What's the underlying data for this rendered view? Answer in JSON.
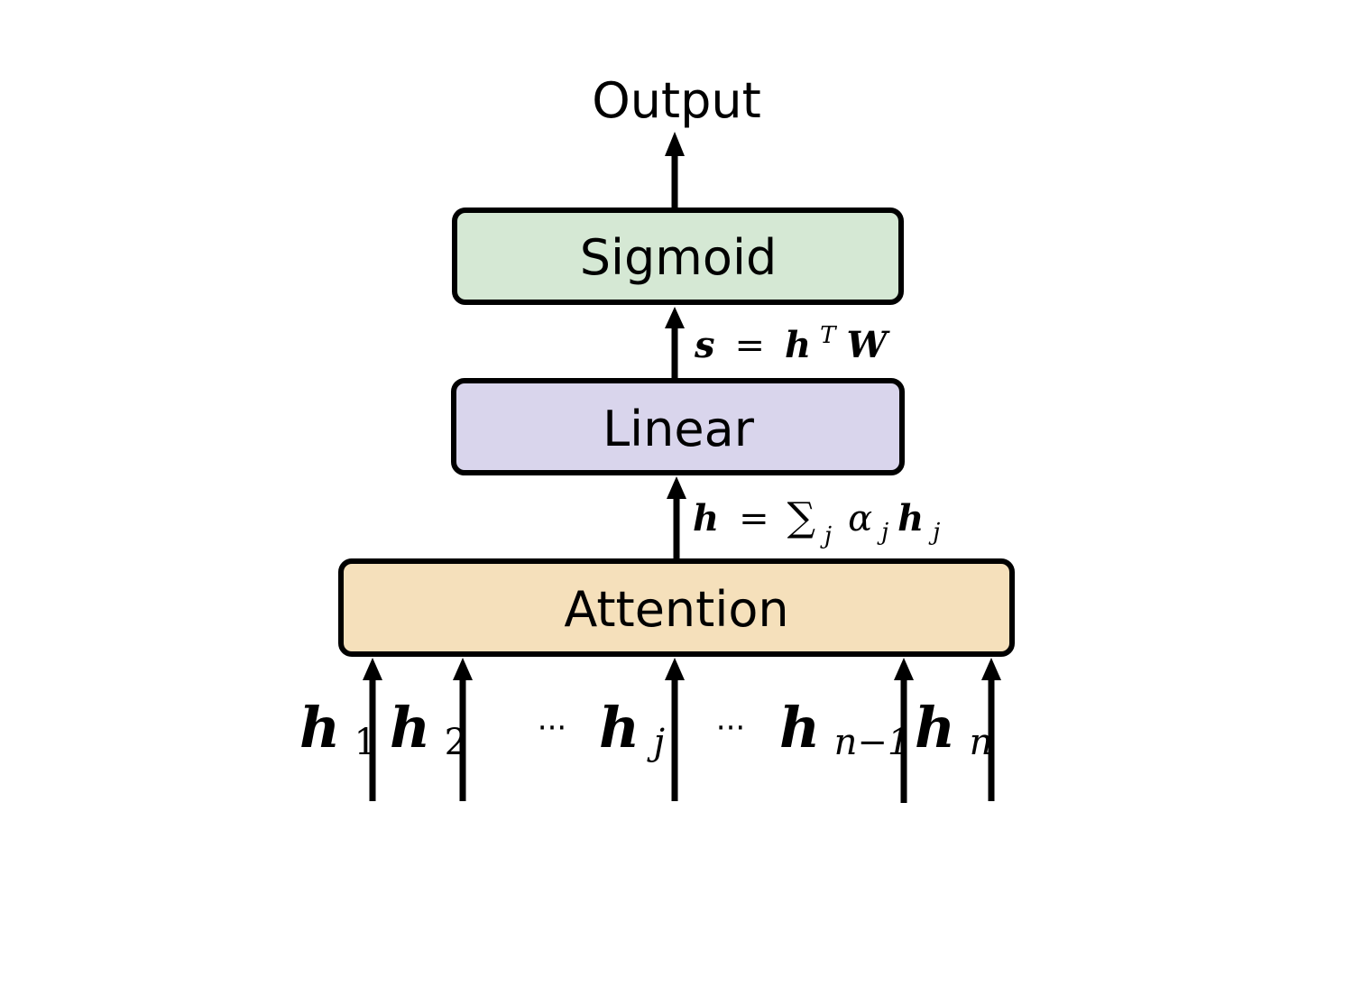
{
  "output_label": "Output",
  "boxes": {
    "sigmoid": {
      "label": "Sigmoid",
      "fill": "#d5e8d4"
    },
    "linear": {
      "label": "Linear",
      "fill": "#d9d5ec"
    },
    "attention": {
      "label": "Attention",
      "fill": "#f5e0bb"
    }
  },
  "equations": {
    "s_lhs": "s",
    "s_eq": "=",
    "s_h": "h",
    "s_sup": "T",
    "s_w": "W",
    "h_lhs": "h",
    "h_eq": "=",
    "h_sum": "∑",
    "h_sum_sub": "j",
    "h_alpha": "α",
    "h_alpha_sub": "j",
    "h_h": "h",
    "h_h_sub": "j"
  },
  "inputs": {
    "h1": {
      "base": "h",
      "sub": "1"
    },
    "h2": {
      "base": "h",
      "sub": "2"
    },
    "hj": {
      "base": "h",
      "sub": "j"
    },
    "hn1": {
      "base": "h",
      "sub": "n−1"
    },
    "hn": {
      "base": "h",
      "sub": "n"
    },
    "ellipsis_left": "···",
    "ellipsis_right": "···"
  },
  "colors": {
    "stroke": "#000000"
  }
}
